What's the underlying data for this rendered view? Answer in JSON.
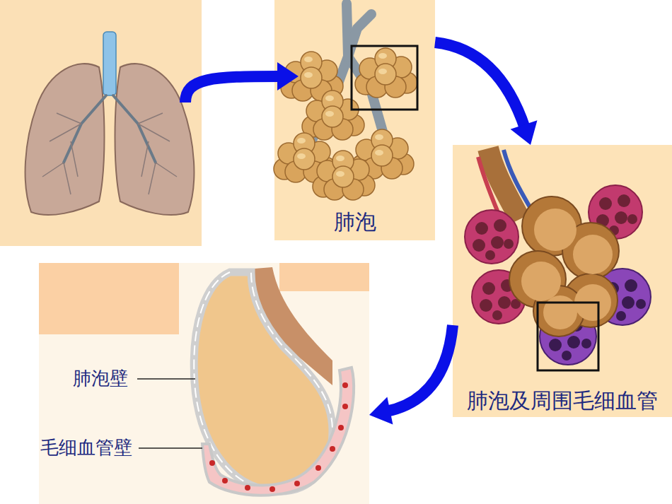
{
  "diagram": {
    "nodes": [
      {
        "text": [
          "肺泡"
        ]
      },
      {
        "text": [
          "肺泡及周围毛细血管"
        ]
      },
      {
        "text": [
          "肺泡壁",
          "毛细血管壁"
        ]
      }
    ],
    "edges": [
      {
        "from": 0,
        "to": 1,
        "arrow": "to"
      },
      {
        "from": 1,
        "to": 2,
        "arrow": "to"
      }
    ]
  }
}
